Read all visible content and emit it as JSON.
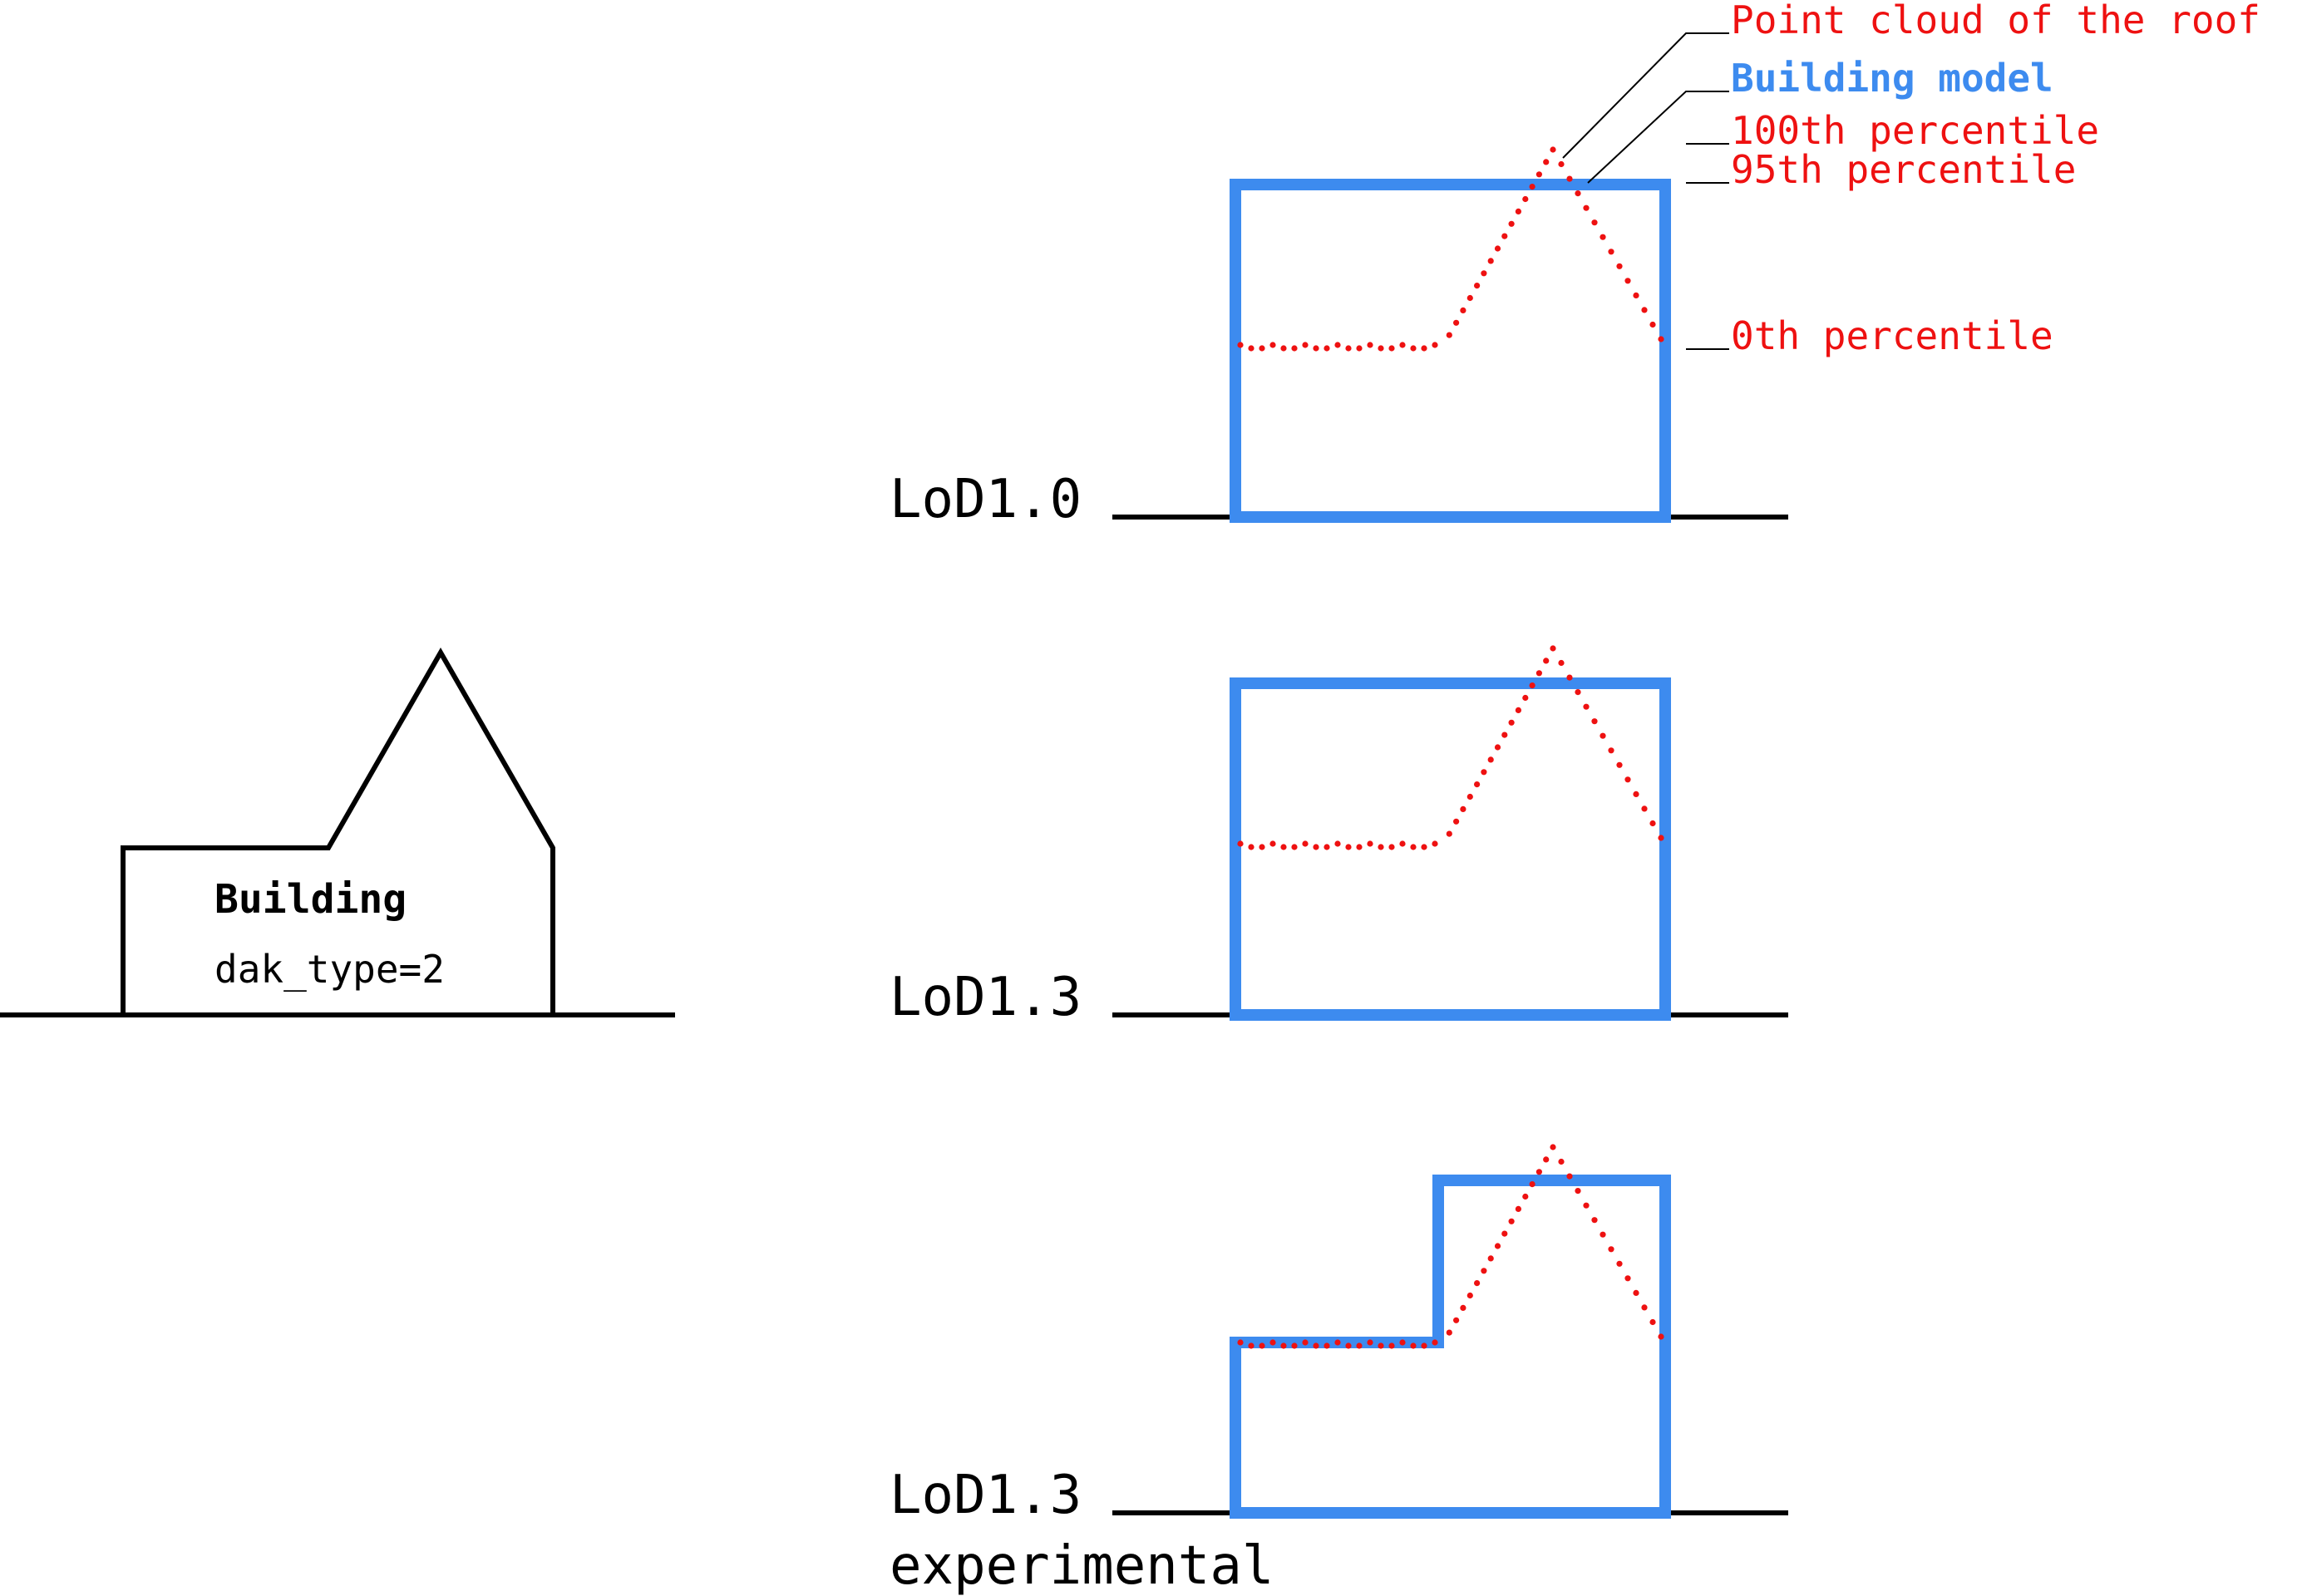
{
  "colors": {
    "model": "#3d8bef",
    "point_cloud": "#ee1111",
    "ink": "#000000"
  },
  "legend": {
    "point_cloud": "Point cloud of the roof",
    "building_model": "Building model",
    "p100": "100th percentile",
    "p95": "95th percentile",
    "p0": "0th percentile"
  },
  "building": {
    "title": "Building",
    "attribute": "dak_type=2"
  },
  "lod": {
    "lod10": "LoD1.0",
    "lod13": "LoD1.3",
    "lod13x_line1": "LoD1.3",
    "lod13x_line2": "experimental"
  }
}
